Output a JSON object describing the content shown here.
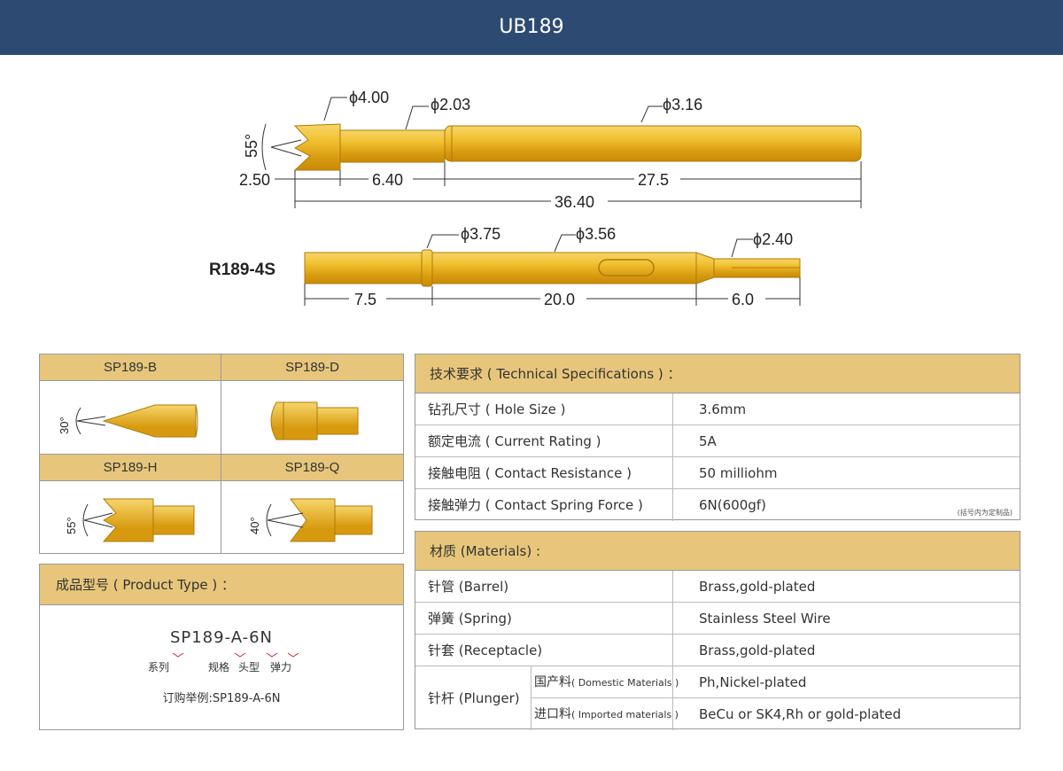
{
  "header": {
    "title": "UB189"
  },
  "drawing": {
    "probe_dims": {
      "angle": "55°",
      "d_head": "ϕ4.00",
      "d_mid": "ϕ2.03",
      "d_barrel": "ϕ3.16",
      "len_tip": "2.50",
      "len_mid": "6.40",
      "len_barrel": "27.5",
      "len_total": "36.40"
    },
    "receptacle": {
      "label": "R189-4S",
      "d_ring": "ϕ3.75",
      "d_body": "ϕ3.56",
      "d_tail": "ϕ2.40",
      "len_a": "7.5",
      "len_b": "20.0",
      "len_c": "6.0"
    }
  },
  "head_types": [
    {
      "name": "SP189-B",
      "angle": "30°"
    },
    {
      "name": "SP189-D",
      "angle": ""
    },
    {
      "name": "SP189-H",
      "angle": "55°"
    },
    {
      "name": "SP189-Q",
      "angle": "40°"
    }
  ],
  "product_type": {
    "heading": "成品型号 ( Product Type ) ：",
    "code": "SP189-A-6N",
    "parts": [
      "系列",
      "规格",
      "头型",
      "弹力"
    ],
    "example": "订购举例:SP189-A-6N"
  },
  "tech_specs": {
    "heading": "技术要求 ( Technical Specifications ) ：",
    "rows": [
      {
        "label": "钻孔尺寸 ( Hole Size )",
        "value": "3.6mm"
      },
      {
        "label": "额定电流 ( Current Rating )",
        "value": "5A"
      },
      {
        "label": "接触电阻 ( Contact Resistance )",
        "value": "50 milliohm"
      },
      {
        "label": "接触弹力 ( Contact Spring Force )",
        "value": "6N(600gf)"
      }
    ],
    "note": "(括号内为定制品)"
  },
  "materials": {
    "heading": "材质 (Materials) :",
    "rows": [
      {
        "label": "针管 (Barrel)",
        "value": "Brass,gold-plated"
      },
      {
        "label": "弹簧 (Spring)",
        "value": "Stainless Steel Wire"
      },
      {
        "label": "针套 (Receptacle)",
        "value": "Brass,gold-plated"
      }
    ],
    "plunger": {
      "label": "针杆 (Plunger)",
      "domestic_cn": "国产料",
      "domestic_en": "( Domestic Materials )",
      "domestic_value": "Ph,Nickel-plated",
      "imported_cn": "进口料",
      "imported_en": "( Imported materials )",
      "imported_value": "BeCu or SK4,Rh or gold-plated"
    }
  },
  "colors": {
    "header": "#2d4a72",
    "gold": "#e7c67b",
    "brass": "#e8b11d"
  }
}
